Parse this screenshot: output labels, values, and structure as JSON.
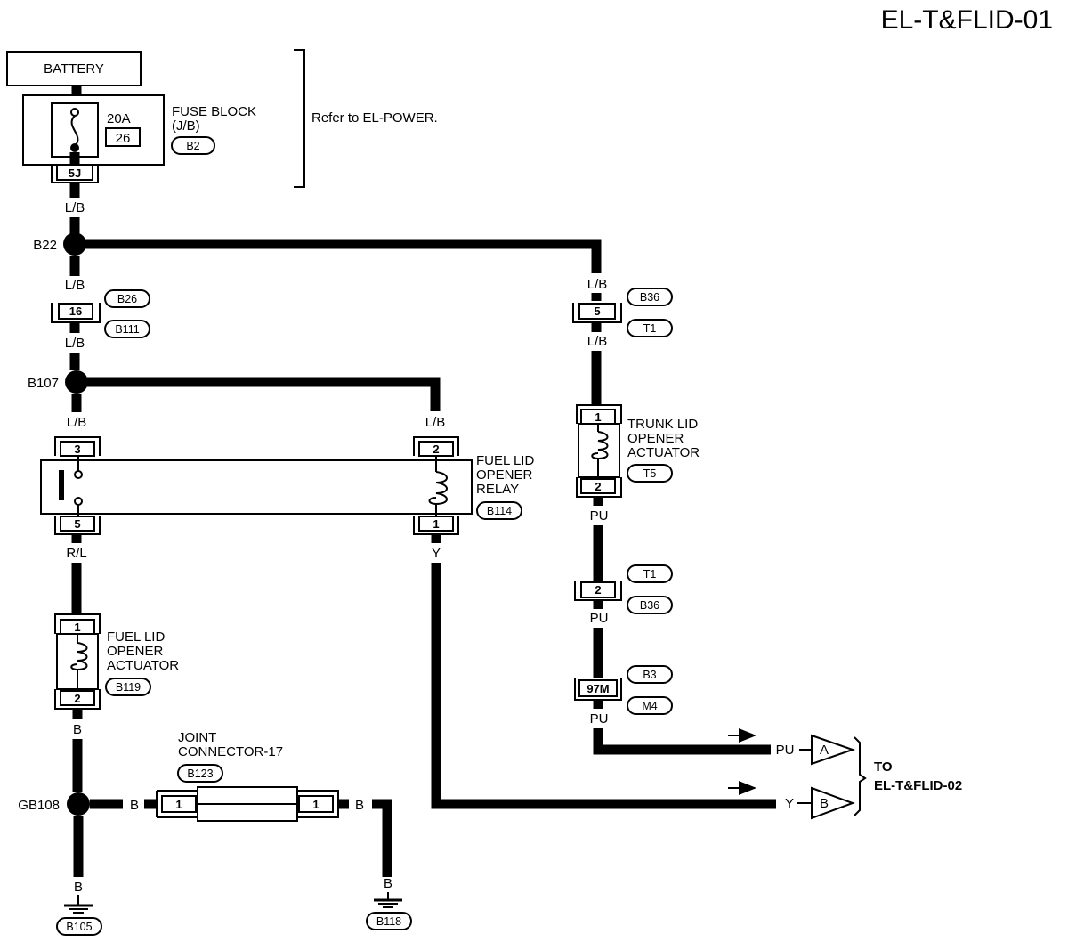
{
  "page_title": "EL-T&FLID-01",
  "battery": "BATTERY",
  "fuse_block": {
    "amp": "20A",
    "fuse_no": "26",
    "label_line1": "FUSE BLOCK",
    "label_line2": "(J/B)",
    "connector": "B2",
    "terminal": "5J"
  },
  "refer_note": "Refer to  EL-POWER.",
  "splices": {
    "b22": "B22",
    "b107": "B107",
    "gb108": "GB108"
  },
  "wire_colors": {
    "lb": "L/B",
    "rl": "R/L",
    "y": "Y",
    "pu": "PU",
    "b": "B"
  },
  "connectors": {
    "b26": "B26",
    "b111": "B111",
    "b36": "B36",
    "t1": "T1",
    "t5": "T5",
    "b114": "B114",
    "b119": "B119",
    "b123": "B123",
    "b3": "B3",
    "m4": "M4",
    "b105": "B105",
    "b118": "B118"
  },
  "pins": {
    "p16": "16",
    "p5": "5",
    "p1": "1",
    "p2": "2",
    "p3": "3",
    "p97m": "97M"
  },
  "relay": {
    "line1": "FUEL LID",
    "line2": "OPENER",
    "line3": "RELAY"
  },
  "trunk_actuator": {
    "line1": "TRUNK LID",
    "line2": "OPENER",
    "line3": "ACTUATOR"
  },
  "fuel_actuator": {
    "line1": "FUEL LID",
    "line2": "OPENER",
    "line3": "ACTUATOR"
  },
  "joint_connector": {
    "line1": "JOINT",
    "line2": "CONNECTOR-17"
  },
  "flags": {
    "a": "A",
    "b": "B"
  },
  "to_label": {
    "line1": "TO",
    "line2": "EL-T&FLID-02"
  }
}
